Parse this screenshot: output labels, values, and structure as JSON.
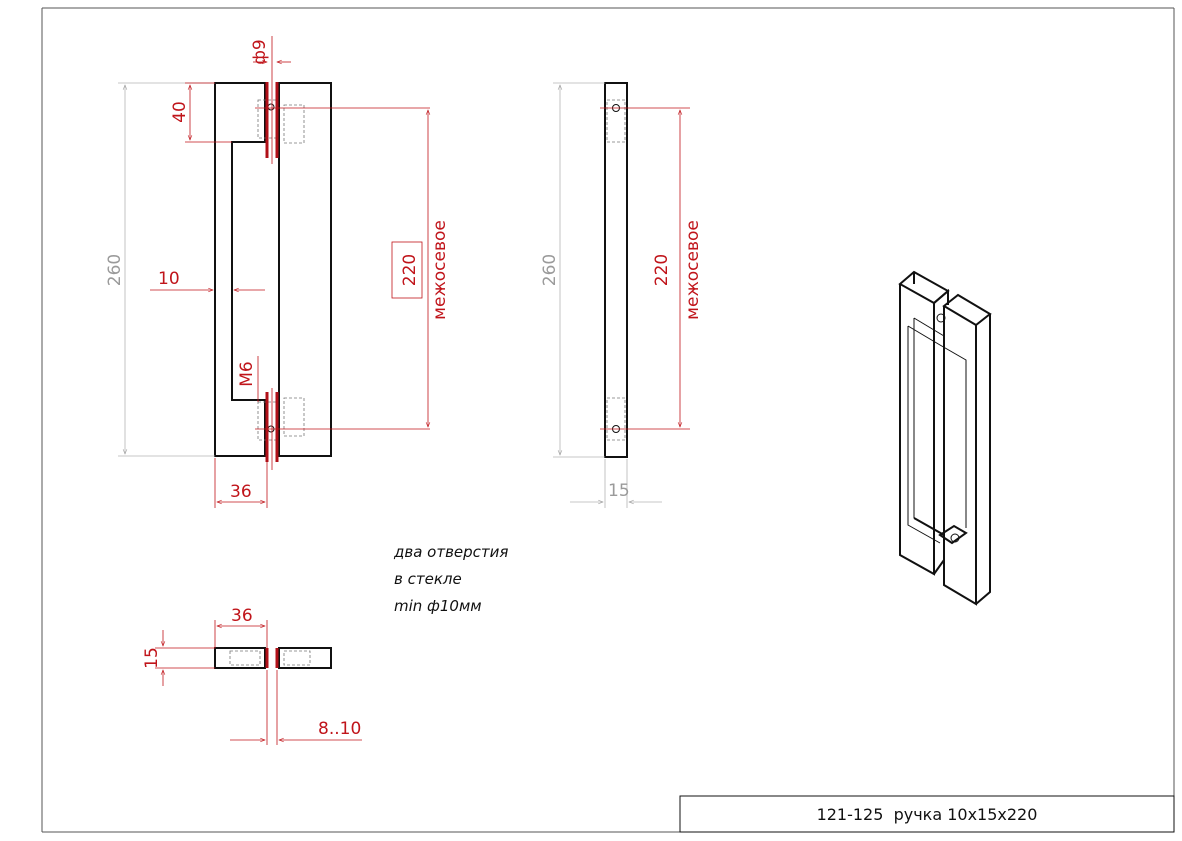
{
  "dimensions": {
    "front_total_height": "260",
    "front_standoff": "40",
    "front_hole_diameter": "ф9",
    "front_center_distance": "220",
    "front_center_distance_label": "межосевое",
    "front_bar_thickness": "10",
    "front_thread": "M6",
    "front_width": "36",
    "side_total_height": "260",
    "side_center_distance": "220",
    "side_center_distance_label": "межосевое",
    "side_depth": "15",
    "top_width": "36",
    "top_depth": "15",
    "top_glass": "8..10"
  },
  "note": {
    "line1": "два отверстия",
    "line2": "в стекле",
    "line3": "min ф10мм"
  },
  "title_block": {
    "title": "121-125  ручка 10x15x220"
  }
}
